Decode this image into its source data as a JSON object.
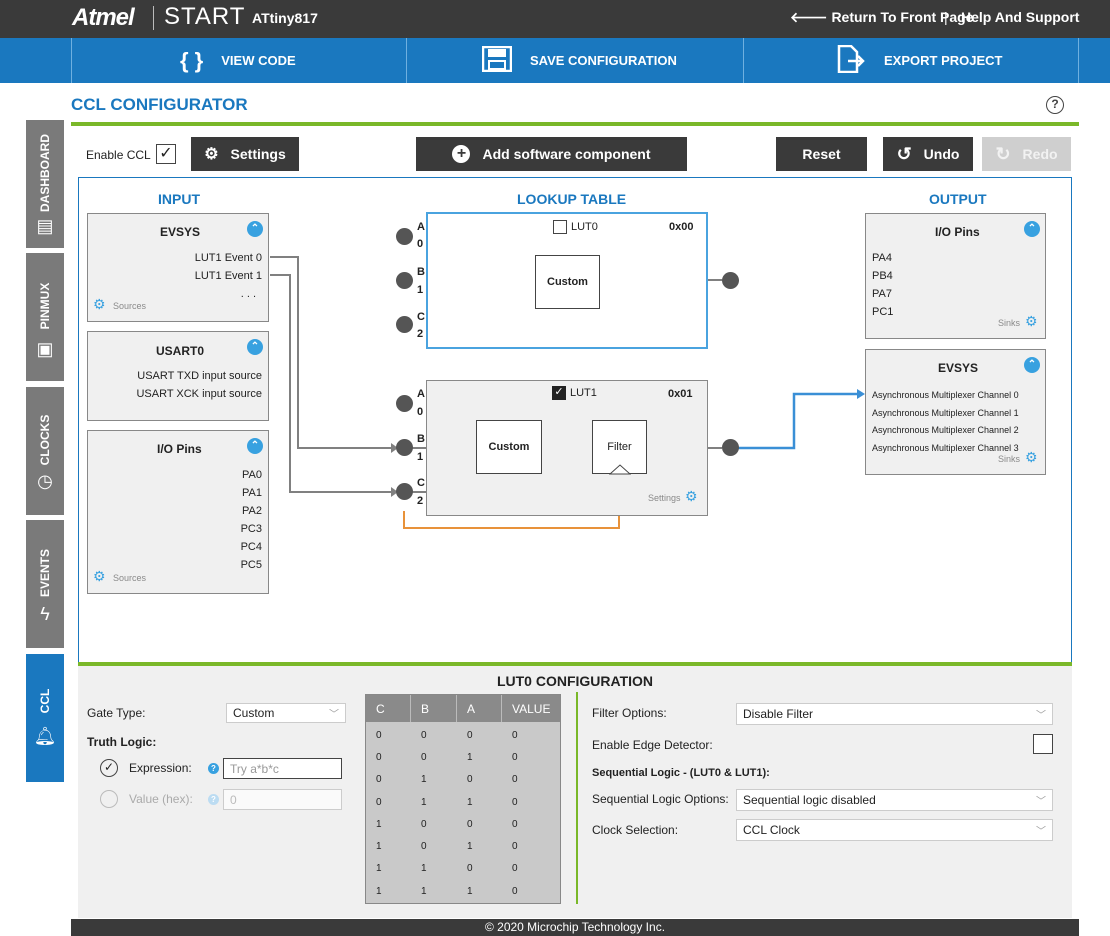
{
  "header": {
    "brand": "Atmel",
    "product": "START",
    "device": "ATtiny817",
    "return_link": "Return To Front Page",
    "separator": "|",
    "help_link": "Help And Support"
  },
  "nav": {
    "view_code": "VIEW CODE",
    "save_config": "SAVE CONFIGURATION",
    "export_project": "EXPORT PROJECT"
  },
  "page": {
    "title": "CCL CONFIGURATOR",
    "help": "?"
  },
  "sidebar": {
    "tabs": [
      {
        "label": "DASHBOARD",
        "icon": "dashboard-icon"
      },
      {
        "label": "PINMUX",
        "icon": "chip-icon"
      },
      {
        "label": "CLOCKS",
        "icon": "clock-icon"
      },
      {
        "label": "EVENTS",
        "icon": "lightning-icon"
      },
      {
        "label": "CCL",
        "icon": "bell-icon",
        "active": true
      }
    ]
  },
  "toolbar": {
    "enable_ccl": "Enable CCL",
    "enable_ccl_checked": true,
    "settings": "Settings",
    "add_component": "Add software component",
    "reset": "Reset",
    "undo": "Undo",
    "redo": "Redo"
  },
  "canvas": {
    "input_title": "INPUT",
    "lut_title": "LOOKUP TABLE",
    "output_title": "OUTPUT",
    "input_evsys": {
      "title": "EVSYS",
      "items": [
        "LUT1 Event 0",
        "LUT1 Event 1",
        ". . ."
      ],
      "footer": "Sources"
    },
    "input_usart": {
      "title": "USART0",
      "items": [
        "USART TXD input source",
        "USART XCK input source"
      ]
    },
    "input_io": {
      "title": "I/O Pins",
      "items": [
        "PA0",
        "PA1",
        "PA2",
        "PC3",
        "PC4",
        "PC5"
      ],
      "footer": "Sources"
    },
    "lut0": {
      "name": "LUT0",
      "value": "0x00",
      "enabled": false,
      "inner": "Custom",
      "pins": [
        {
          "l": "A",
          "n": "0"
        },
        {
          "l": "B",
          "n": "1"
        },
        {
          "l": "C",
          "n": "2"
        }
      ]
    },
    "lut1": {
      "name": "LUT1",
      "value": "0x01",
      "enabled": true,
      "inner": "Custom",
      "filter": "Filter",
      "settings": "Settings",
      "pins": [
        {
          "l": "A",
          "n": "0"
        },
        {
          "l": "B",
          "n": "1"
        },
        {
          "l": "C",
          "n": "2"
        }
      ]
    },
    "output_io": {
      "title": "I/O Pins",
      "items": [
        "PA4",
        "PB4",
        "PA7",
        "PC1"
      ],
      "footer": "Sinks"
    },
    "output_evsys": {
      "title": "EVSYS",
      "items": [
        "Asynchronous Multiplexer Channel 0",
        "Asynchronous Multiplexer Channel 1",
        "Asynchronous Multiplexer Channel 2",
        "Asynchronous Multiplexer Channel 3"
      ],
      "footer": "Sinks"
    },
    "wire_color": "#808080",
    "feedback_color": "#e8923a",
    "output_wire_color": "#3a8fd6"
  },
  "config": {
    "title": "LUT0 CONFIGURATION",
    "gate_type_label": "Gate Type:",
    "gate_type_value": "Custom",
    "truth_logic_label": "Truth Logic:",
    "expression_label": "Expression:",
    "expression_placeholder": "Try a*b*c",
    "value_label": "Value (hex):",
    "value_placeholder": "0",
    "table": {
      "headers": [
        "C",
        "B",
        "A",
        "VALUE"
      ],
      "rows": [
        [
          "0",
          "0",
          "0",
          "0"
        ],
        [
          "0",
          "0",
          "1",
          "0"
        ],
        [
          "0",
          "1",
          "0",
          "0"
        ],
        [
          "0",
          "1",
          "1",
          "0"
        ],
        [
          "1",
          "0",
          "0",
          "0"
        ],
        [
          "1",
          "0",
          "1",
          "0"
        ],
        [
          "1",
          "1",
          "0",
          "0"
        ],
        [
          "1",
          "1",
          "1",
          "0"
        ]
      ]
    },
    "filter_label": "Filter Options:",
    "filter_value": "Disable Filter",
    "edge_label": "Enable Edge Detector:",
    "seq_heading": "Sequential Logic - (LUT0 & LUT1):",
    "seq_label": "Sequential Logic Options:",
    "seq_value": "Sequential logic disabled",
    "clock_label": "Clock Selection:",
    "clock_value": "CCL Clock"
  },
  "footer": {
    "text": "© 2020 Microchip Technology Inc."
  },
  "colors": {
    "accent": "#1a78bf",
    "green": "#7ab829",
    "dark": "#3a3a3a"
  }
}
